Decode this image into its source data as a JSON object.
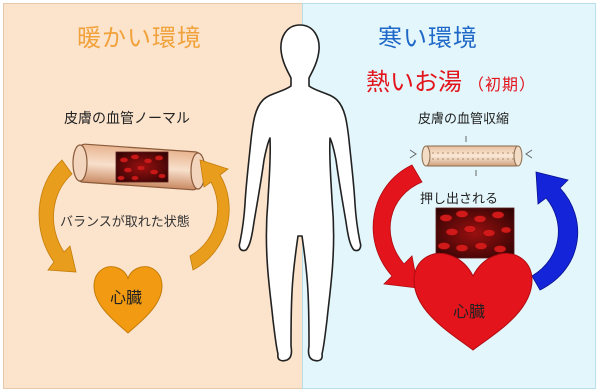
{
  "warm_side": {
    "title": "暖かい環境",
    "vessel_label": "皮膚の血管ノーマル",
    "state_label": "バランスが取れた状態",
    "heart_label": "心臓",
    "colors": {
      "background": "#fbe3cc",
      "title": "#f2a23a",
      "arrows": "#e89d1c",
      "heart": "#f19a12"
    }
  },
  "cold_side": {
    "title": "寒い環境",
    "bath_title": "熱いお湯",
    "bath_subtitle": "（初期）",
    "vessel_label": "皮膚の血管収縮",
    "push_label": "押し出される",
    "heart_label": "心臓",
    "colors": {
      "background": "#e2f6fb",
      "title": "#1f68c8",
      "bath_title": "#e3141c",
      "heart": "#e3141c",
      "arrow_red": "#e3141c",
      "arrow_blue": "#1424d8"
    }
  },
  "icons": [
    "human-silhouette-icon",
    "blood-vessel-normal-icon",
    "blood-vessel-constricted-icon",
    "blood-cells-icon",
    "heart-icon",
    "circulation-arrow-icon"
  ]
}
